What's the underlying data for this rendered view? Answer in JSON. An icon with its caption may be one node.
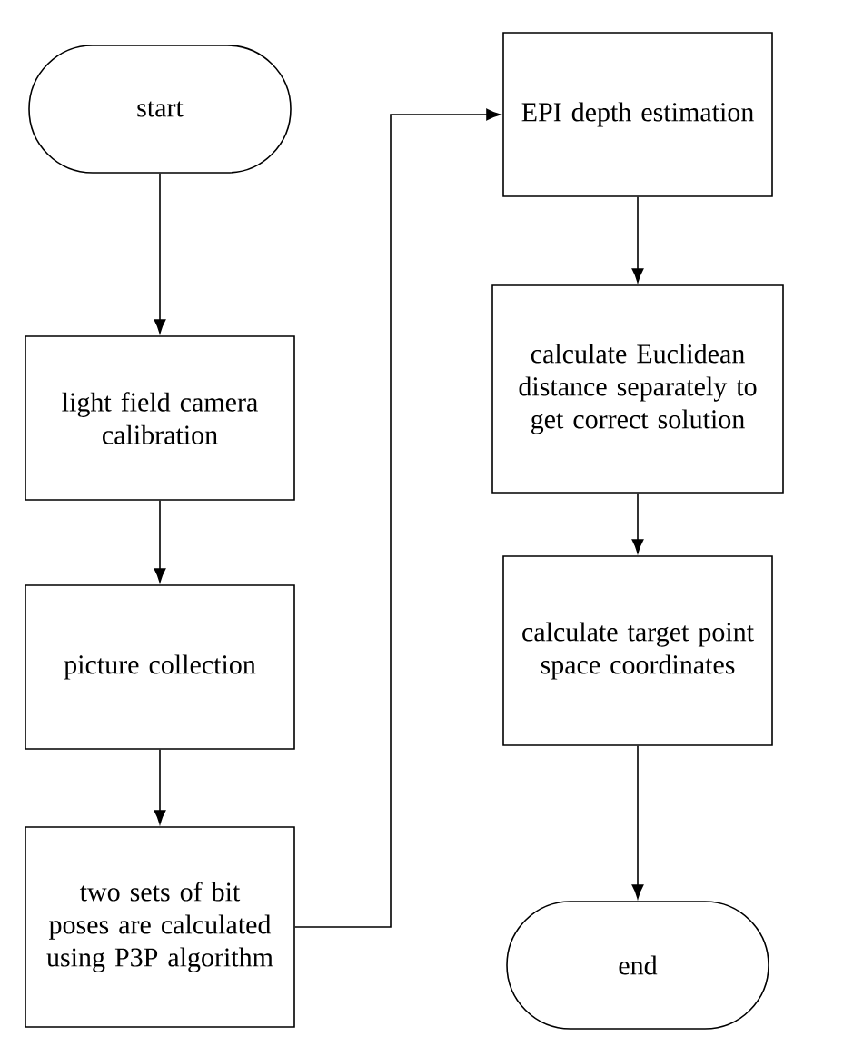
{
  "diagram": {
    "nodes": [
      {
        "text": [
          "start"
        ]
      },
      {
        "text": [
          "light field camera calibration"
        ]
      },
      {
        "text": [
          "picture collection"
        ]
      },
      {
        "text": [
          "two sets of bit poses are calculated using P3P algorithm"
        ]
      },
      {
        "text": [
          "EPI depth estimation"
        ]
      },
      {
        "text": [
          "calculate Euclidean distance separately to get correct solution"
        ]
      },
      {
        "text": [
          "calculate target point space coordinates"
        ]
      },
      {
        "text": [
          "end"
        ]
      }
    ],
    "edges": [
      {
        "from": 0,
        "to": 1,
        "arrow": "to"
      },
      {
        "from": 1,
        "to": 2,
        "arrow": "to"
      },
      {
        "from": 2,
        "to": 3,
        "arrow": "to"
      },
      {
        "from": 3,
        "to": 4,
        "arrow": "to"
      },
      {
        "from": 4,
        "to": 5,
        "arrow": "to"
      },
      {
        "from": 5,
        "to": 6,
        "arrow": "to"
      },
      {
        "from": 6,
        "to": 7,
        "arrow": "to"
      }
    ]
  }
}
